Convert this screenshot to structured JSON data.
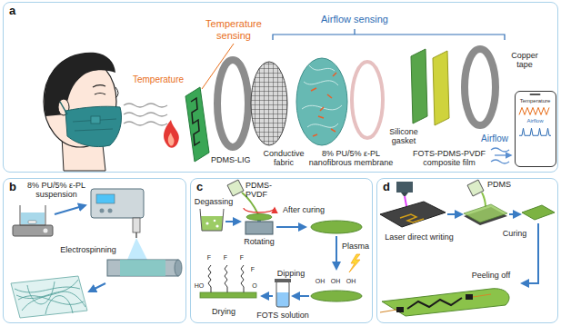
{
  "diagram": {
    "nodes": [
      {
        "text": [
          "a"
        ]
      },
      {
        "text": [
          "Temperature",
          "Airflow"
        ],
        "in": 0
      },
      {
        "text": [
          "b"
        ]
      },
      {
        "text": [
          "c"
        ]
      },
      {
        "text": [
          "d"
        ]
      }
    ],
    "labels": [
      "Temperature sensing",
      "Airflow sensing",
      "Temperature",
      "PDMS-LIG",
      "Conductive fabric",
      "8% PU/5% ε-PL nanofibrous membrane",
      "Silicone gasket",
      "FOTS-PDMS-PVDF composite film",
      "Copper tape",
      "Airflow",
      "8% PU/5% ε-PL suspension",
      "Electrospinning",
      "PDMS-PVDF",
      "Degassing",
      "Rotating",
      "After curing",
      "Plasma",
      "OH",
      "OH",
      "OH",
      "Dipping",
      "FOTS solution",
      "Drying",
      "F",
      "F",
      "F",
      "F",
      "HO",
      "O",
      "Laser direct writing",
      "PDMS",
      "Curing",
      "Peeling off"
    ]
  }
}
